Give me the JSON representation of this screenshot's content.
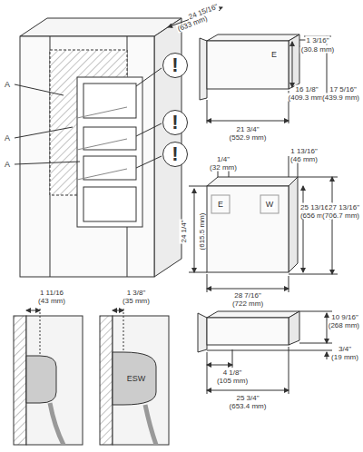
{
  "diagram": {
    "nodes": [
      {
        "text": [
          "!"
        ]
      },
      {
        "text": [
          "!"
        ]
      },
      {
        "text": [
          "!"
        ]
      }
    ],
    "labels": [
      "A",
      "A",
      "A",
      "24 15/16\"",
      "(633 mm)",
      "1 3/16\"",
      "(30.8 mm)",
      "E",
      "16 1/8\"",
      "(409.3 mm)",
      "17 5/16\"",
      "(439.9 mm)",
      "21 3/4\"",
      "(552.9 mm)",
      "1/4\"",
      "(32 mm)",
      "1 13/16\"",
      "(46 mm)",
      "E",
      "W",
      "25 13/16\"",
      "(656 mm)",
      "27 13/16\"",
      "(706.7 mm)",
      "24 1/4\"",
      "(615.5 mm)",
      "28 7/16\"",
      "(722 mm)",
      "1 11/16",
      "(43 mm)",
      "1 3/8\"",
      "(35 mm)",
      "ESW",
      "10 9/16\"",
      "(268 mm)",
      "3/4\"",
      "(19 mm)",
      "4 1/8\"",
      "(105 mm)",
      "25 3/4\"",
      "(653.4 mm)"
    ]
  }
}
